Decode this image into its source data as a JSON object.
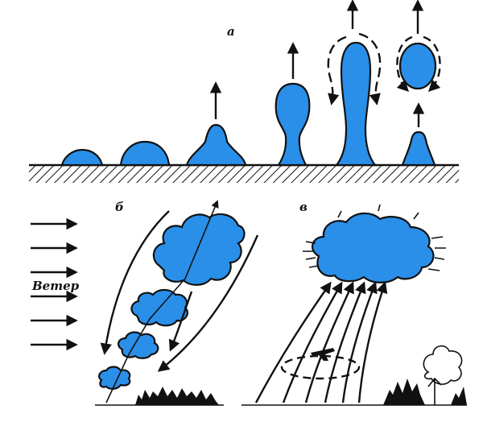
{
  "labels": {
    "panel_a": "а",
    "panel_b": "б",
    "panel_v": "в",
    "wind": "Ветер"
  },
  "colors": {
    "cloud_fill": "#2a8fe8",
    "outline": "#111111",
    "background": "#ffffff"
  },
  "icons": {
    "arrow": "arrow-icon",
    "aircraft": "aircraft-icon",
    "trees": "tree-icon"
  }
}
